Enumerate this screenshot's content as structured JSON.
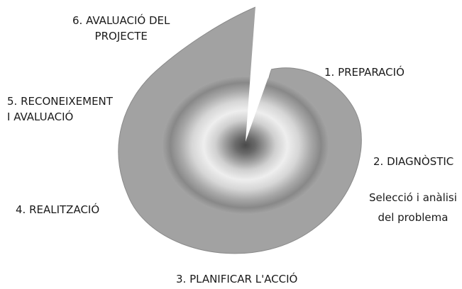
{
  "stages": [
    {
      "id": "preparacio",
      "lines": [
        "1. PREPARACIÓ"
      ]
    },
    {
      "id": "diagnostic",
      "lines": [
        "2. DIAGNÒSTIC"
      ],
      "sub_lines": [
        "Selecció i anàlisi",
        "del problema"
      ]
    },
    {
      "id": "planificar",
      "lines": [
        "3. PLANIFICAR L'ACCIÓ"
      ]
    },
    {
      "id": "realitzacio",
      "lines": [
        "4. REALITZACIÓ"
      ]
    },
    {
      "id": "reconeixement",
      "lines": [
        "5. RECONEIXEMENT",
        "I AVALUACIÓ"
      ]
    },
    {
      "id": "avaluacio",
      "lines": [
        "6. AVALUACIÓ DEL",
        "PROJECTE"
      ]
    }
  ],
  "colors": {
    "spiral": "#a2a2a2",
    "spiral_edge": "#8a8a8a",
    "rings": [
      "#a4a4a4",
      "#888888",
      "#a8a8a8",
      "#d6d6d6",
      "#eeeeee",
      "#d0d0d0",
      "#9c9c9c",
      "#6a6a6a",
      "#4a4a4a"
    ]
  }
}
